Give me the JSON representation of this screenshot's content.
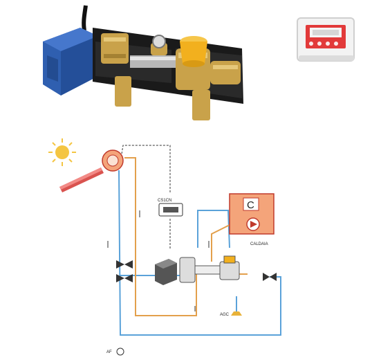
{
  "diagram": {
    "labels": {
      "controller": "CS1CN",
      "boiler_letter": "C",
      "boiler": "CALDAIA",
      "acs": "AGC",
      "af": "AF"
    }
  },
  "colors": {
    "hot_line": "#e3a04c",
    "cold_line": "#5aa2d9",
    "boiler_fill": "#f4a47a",
    "boiler_border": "#c0392b",
    "sun": "#f4c542",
    "collector": "#d9534f",
    "valve_actuator": "#2f5fb0",
    "brass": "#c9a24a",
    "thermostatic_cap": "#f2b01e"
  }
}
